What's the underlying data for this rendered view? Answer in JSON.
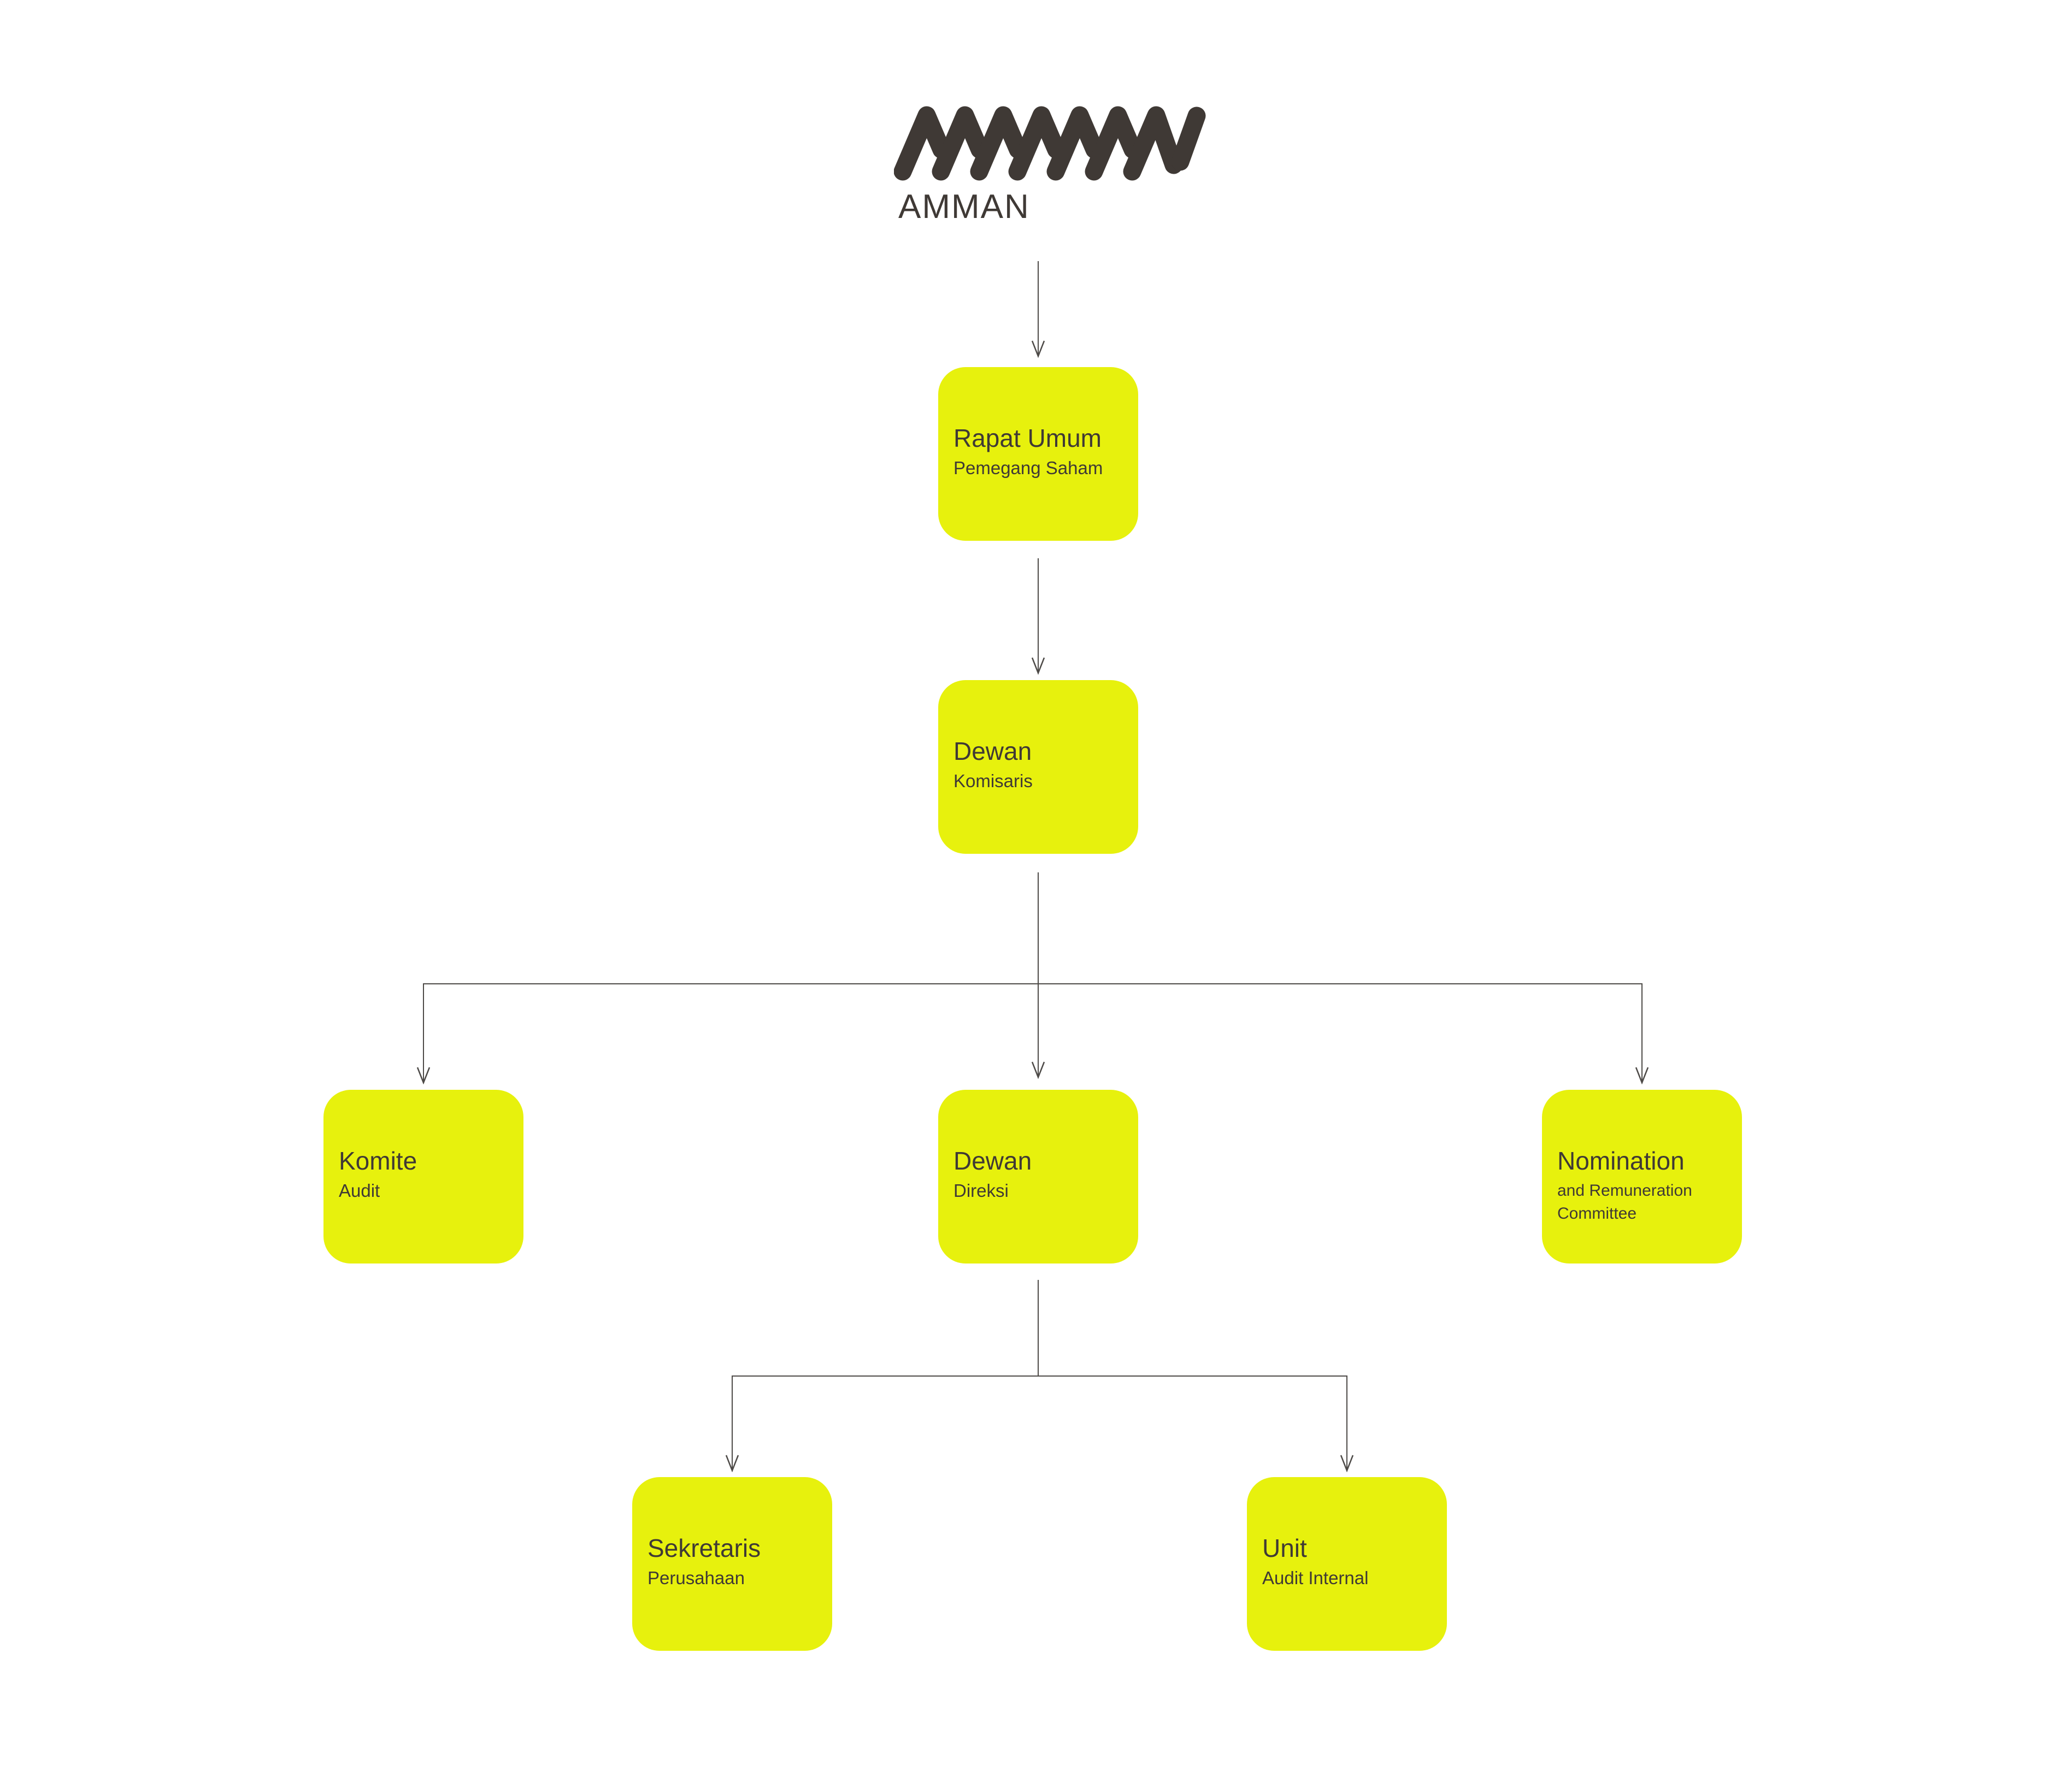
{
  "brand": {
    "name": "AMMAN"
  },
  "colors": {
    "box_fill": "#E7F10D",
    "text": "#3F3935",
    "line": "#4D4A47",
    "background": "#FFFFFF"
  },
  "nodes": {
    "rapat_umum": {
      "title": "Rapat Umum",
      "subtitle": "Pemegang Saham"
    },
    "dewan_komisaris": {
      "title": "Dewan",
      "subtitle": "Komisaris"
    },
    "komite_audit": {
      "title": "Komite",
      "subtitle": "Audit"
    },
    "dewan_direksi": {
      "title": "Dewan",
      "subtitle": "Direksi"
    },
    "nomination": {
      "title": "Nomination",
      "subtitle": "and Remuneration Committee"
    },
    "sekretaris": {
      "title": "Sekretaris",
      "subtitle": "Perusahaan"
    },
    "unit_audit": {
      "title": "Unit",
      "subtitle": "Audit Internal"
    }
  },
  "edges": [
    {
      "from": "amman_logo",
      "to": "rapat_umum"
    },
    {
      "from": "rapat_umum",
      "to": "dewan_komisaris"
    },
    {
      "from": "dewan_komisaris",
      "to": "komite_audit"
    },
    {
      "from": "dewan_komisaris",
      "to": "dewan_direksi"
    },
    {
      "from": "dewan_komisaris",
      "to": "nomination"
    },
    {
      "from": "dewan_direksi",
      "to": "sekretaris"
    },
    {
      "from": "dewan_direksi",
      "to": "unit_audit"
    }
  ]
}
